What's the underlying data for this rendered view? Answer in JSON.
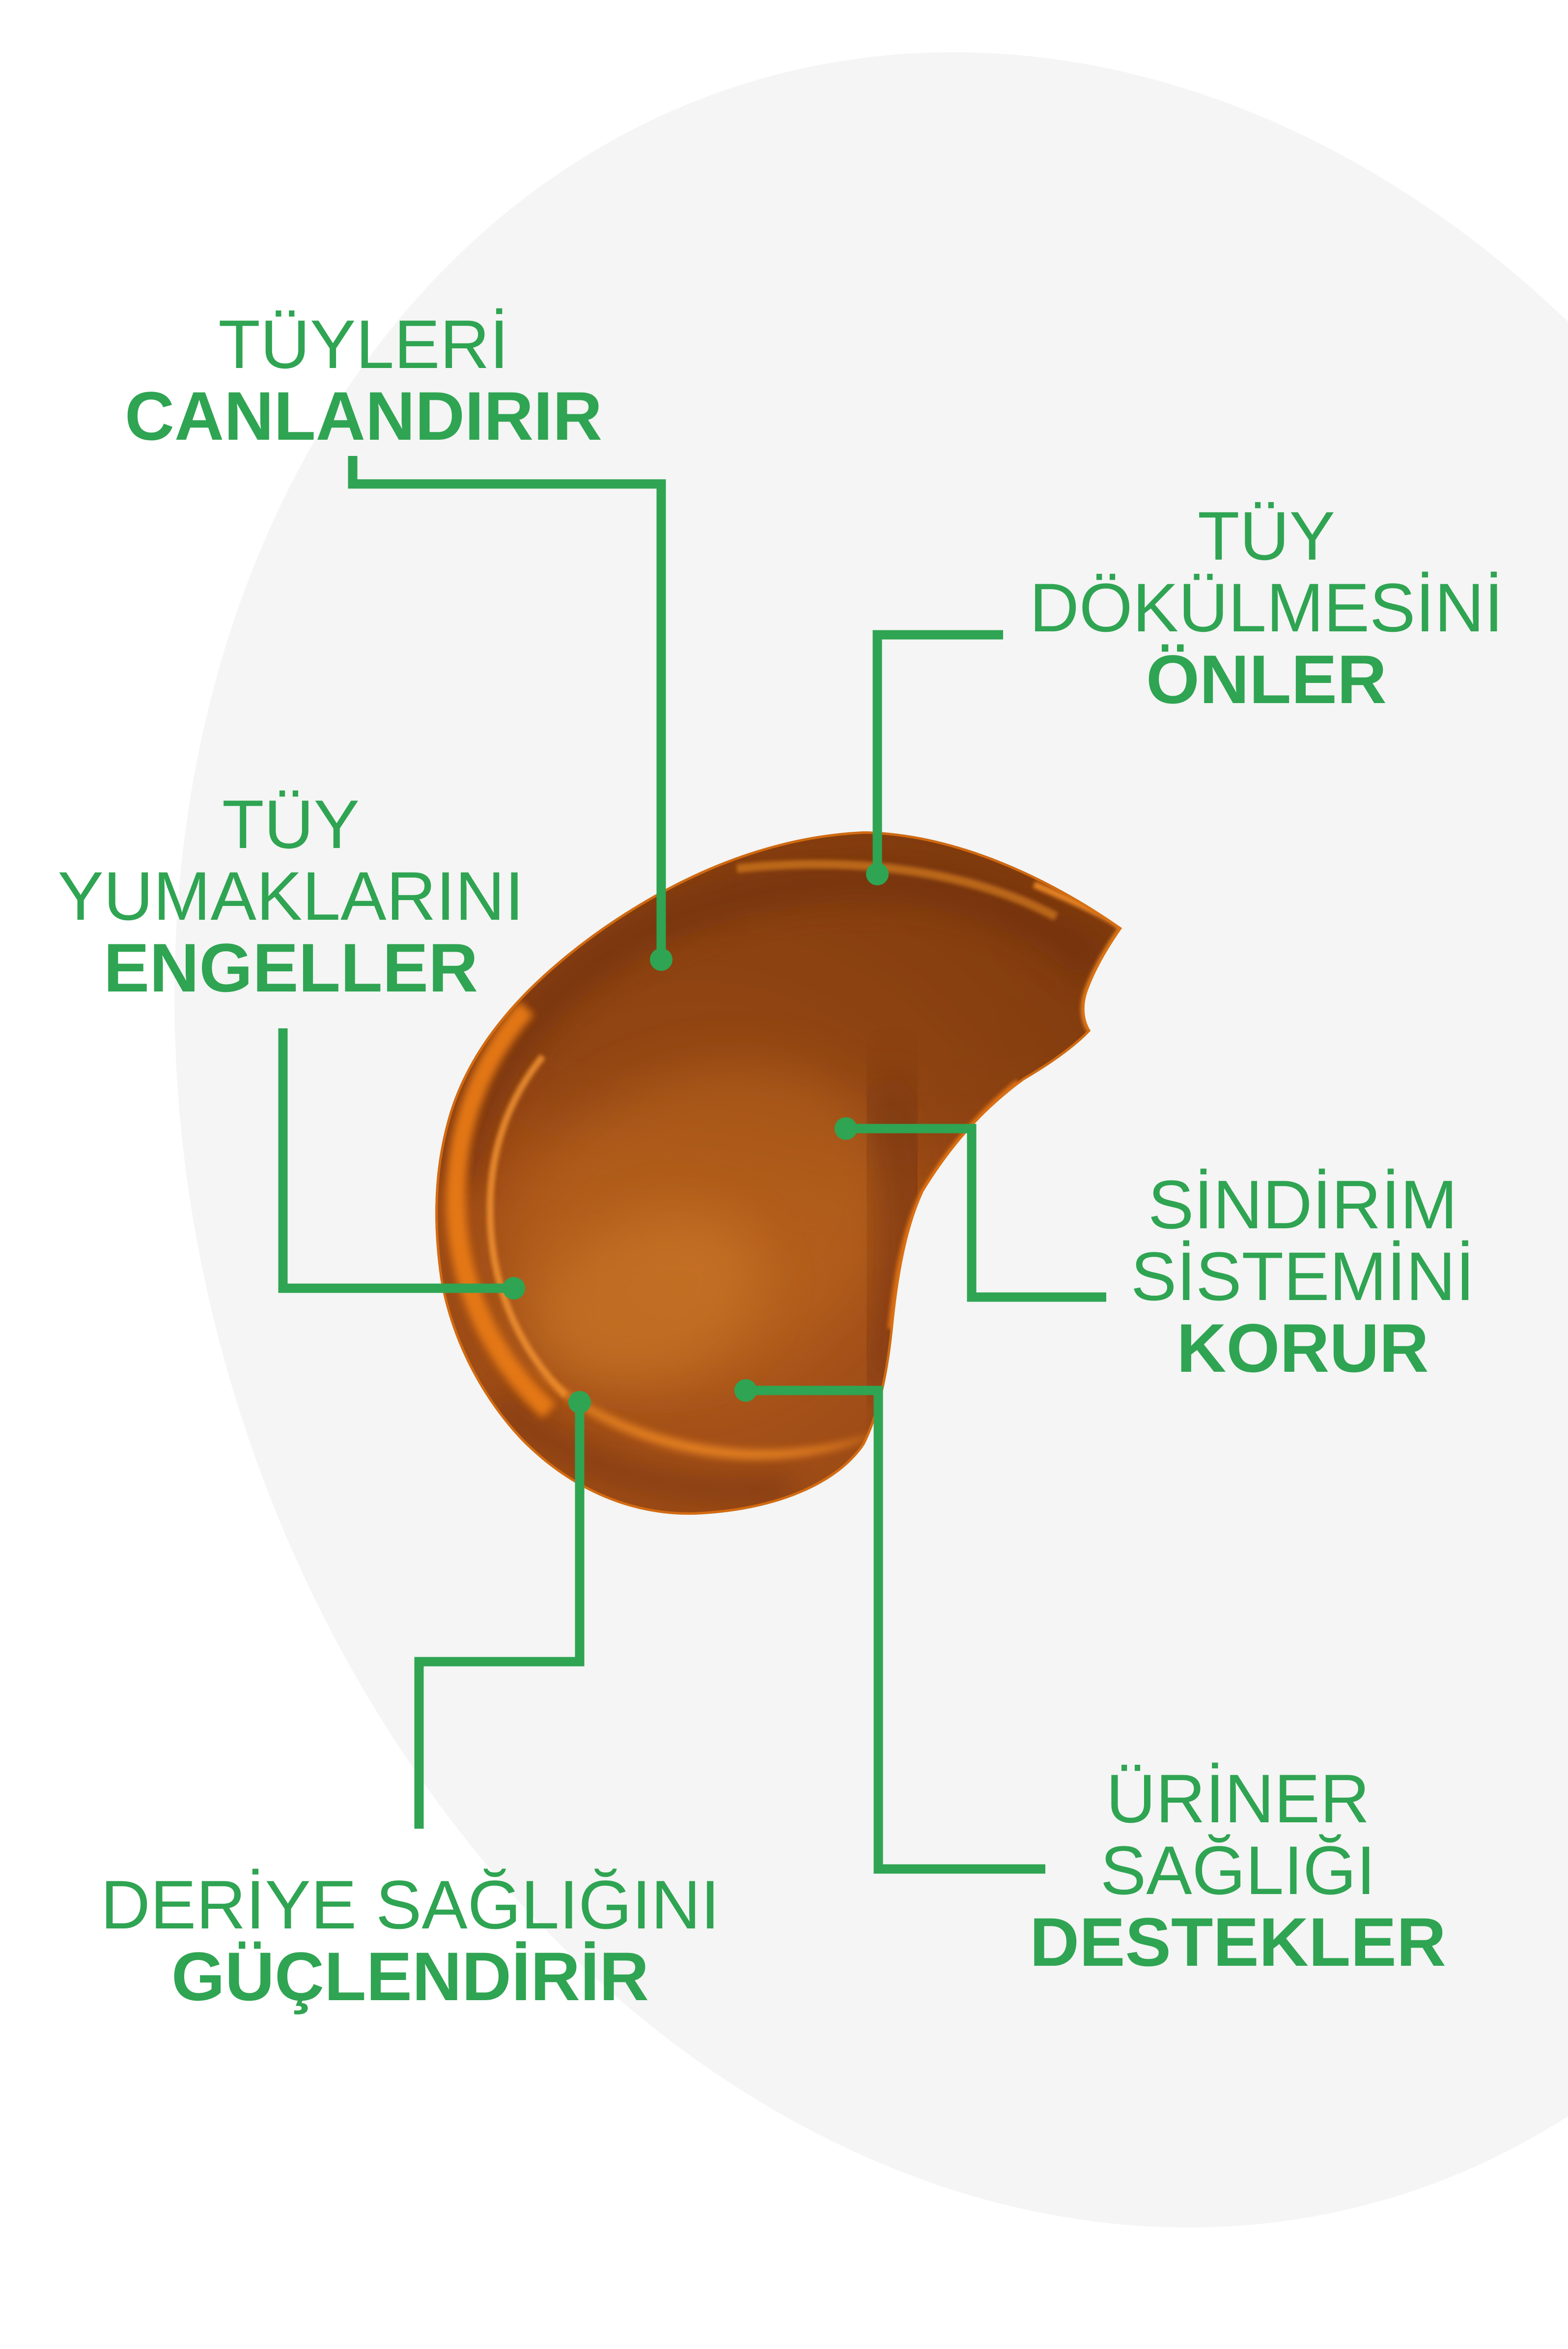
{
  "colors": {
    "accent_green": "#2FA452",
    "paste_brown": "#9A4A1A",
    "paste_dark_brown": "#6E2F09",
    "paste_orange_highlight": "#E87A16",
    "background_tint": "#F4F5F4"
  },
  "labels": {
    "top_left": {
      "lines": [
        "TÜYLERİ",
        "CANLANDIRIR"
      ]
    },
    "top_right": {
      "lines": [
        "TÜY",
        "DÖKÜLMESİNİ",
        "ÖNLER"
      ]
    },
    "mid_left": {
      "lines": [
        "TÜY",
        "YUMAKLARINI",
        "ENGELLER"
      ]
    },
    "mid_right": {
      "lines": [
        "SİNDİRİM",
        "SİSTEMİNİ",
        "KORUR"
      ]
    },
    "bottom_left": {
      "lines": [
        "DERİYE SAĞLIĞINI",
        "GÜÇLENDİRİR"
      ]
    },
    "bottom_right": {
      "lines": [
        "ÜRİNER",
        "SAĞLIĞI",
        "DESTEKLER"
      ]
    }
  }
}
